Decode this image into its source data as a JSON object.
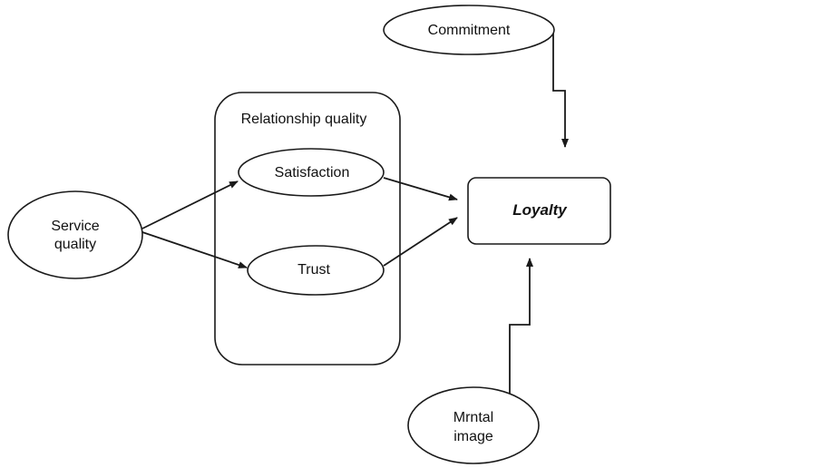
{
  "nodes": {
    "service_quality": {
      "line1": "Service",
      "line2": "quality"
    },
    "relationship_quality": {
      "label": "Relationship quality"
    },
    "satisfaction": {
      "label": "Satisfaction"
    },
    "trust": {
      "label": "Trust"
    },
    "loyalty": {
      "label": "Loyalty"
    },
    "commitment": {
      "label": "Commitment"
    },
    "mental_image": {
      "line1": "Mrntal",
      "line2": "image"
    }
  },
  "edges": [
    {
      "from": "service_quality",
      "to": "satisfaction"
    },
    {
      "from": "service_quality",
      "to": "trust"
    },
    {
      "from": "satisfaction",
      "to": "loyalty"
    },
    {
      "from": "trust",
      "to": "loyalty"
    },
    {
      "from": "commitment",
      "to": "loyalty"
    },
    {
      "from": "mental_image",
      "to": "loyalty"
    }
  ]
}
